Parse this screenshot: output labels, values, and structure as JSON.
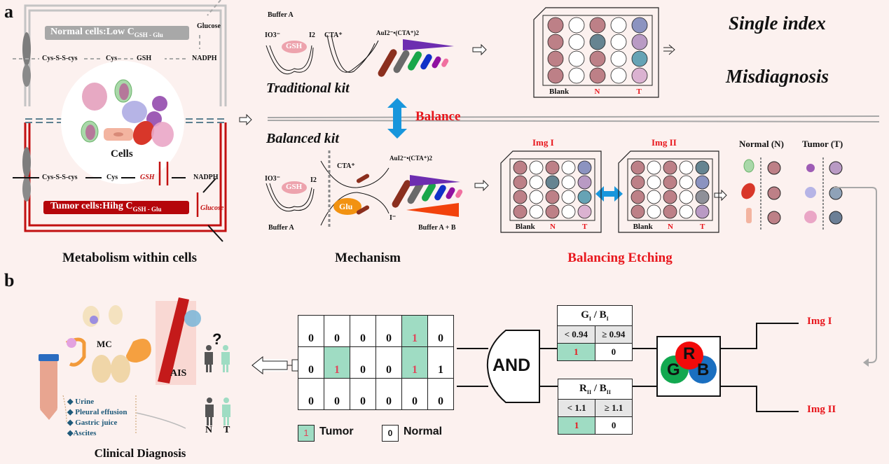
{
  "panel_a": {
    "label": "a",
    "metabolism": {
      "normal_banner": "Normal cells:Low C",
      "normal_banner_sub": "GSH - Glu",
      "normal_pathway": [
        "Cys-S-S-cys",
        "Cys",
        "GSH",
        "NADPH"
      ],
      "glucose_top": "Glucose",
      "cells_label": "Cells",
      "tumor_pathway": [
        "Cys-S-S-cys",
        "Cys",
        "GSH",
        "NADPH"
      ],
      "tumor_banner": "Tumor cells:Hihg C",
      "tumor_banner_sub": "GSH - Glu",
      "glucose_bottom": "Glucose",
      "caption": "Metabolism within cells"
    },
    "traditional": {
      "buffer": "Buffer A",
      "io3": "IO3⁻",
      "i2": "I2",
      "gsh": "GSH",
      "cta": "CTA⁺",
      "complex": "AuI2⁻•(CTA⁺)2",
      "title": "Traditional kit"
    },
    "balance_label": "Balance",
    "balanced": {
      "title": "Balanced kit",
      "io3": "IO3⁻",
      "i2": "I2",
      "gsh": "GSH",
      "cta": "CTA⁺",
      "glu": "Glu",
      "complex": "AuI2⁻•(CTA⁺)2",
      "iodide": "I⁻",
      "buffer_a": "Buffer A",
      "buffer_ab": "Buffer A + B",
      "caption": "Mechanism"
    },
    "single_plate": {
      "labels": [
        "Blank",
        "N",
        "T"
      ],
      "wells": [
        [
          "#bd8087",
          "#ffffff",
          "#bd8087",
          "#ffffff",
          "#8c93c0"
        ],
        [
          "#bd8087",
          "#ffffff",
          "#668491",
          "#ffffff",
          "#b99ac4"
        ],
        [
          "#bd8087",
          "#ffffff",
          "#bd8087",
          "#ffffff",
          "#66a3b5"
        ],
        [
          "#bd8087",
          "#ffffff",
          "#bd8087",
          "#ffffff",
          "#dbb2d1"
        ]
      ]
    },
    "outcome": [
      "Single index",
      "Misdiagnosis"
    ],
    "img1_plate": {
      "title": "Img I",
      "labels": [
        "Blank",
        "N",
        "T"
      ],
      "wells": [
        [
          "#bd8087",
          "#ffffff",
          "#bd8087",
          "#ffffff",
          "#8c93c0"
        ],
        [
          "#bd8087",
          "#ffffff",
          "#668491",
          "#ffffff",
          "#b99ac4"
        ],
        [
          "#bd8087",
          "#ffffff",
          "#bd8087",
          "#ffffff",
          "#66a3b5"
        ],
        [
          "#bd8087",
          "#ffffff",
          "#bd8087",
          "#ffffff",
          "#dbb2d1"
        ]
      ]
    },
    "img2_plate": {
      "title": "Img II",
      "labels": [
        "Blank",
        "N",
        "T"
      ],
      "wells": [
        [
          "#bd8087",
          "#ffffff",
          "#bd8087",
          "#ffffff",
          "#668491"
        ],
        [
          "#bd8087",
          "#ffffff",
          "#bd8087",
          "#ffffff",
          "#8c93c0"
        ],
        [
          "#bd8087",
          "#ffffff",
          "#bd8087",
          "#ffffff",
          "#8f9099"
        ],
        [
          "#bd8087",
          "#ffffff",
          "#bd8087",
          "#ffffff",
          "#b99ac4"
        ]
      ]
    },
    "nt_header": [
      "Normal (N)",
      "Tumor (T)"
    ],
    "normal_colors": [
      "#bd8087",
      "#bd8087",
      "#bd8087"
    ],
    "tumor_colors": [
      "#b99ac4",
      "#8fa2b8",
      "#6c7f96"
    ],
    "balancing_caption": "Balancing Etching"
  },
  "panel_b": {
    "label": "b",
    "clinical": {
      "mc": "MC",
      "ais": "AIS",
      "question": "?",
      "fluids": [
        "Urine",
        "Pleural effusion",
        "Gastric juice",
        "Ascites"
      ],
      "n": "N",
      "t": "T",
      "caption": "Clinical Diagnosis"
    },
    "grid": [
      [
        "0",
        "0",
        "0",
        "0",
        "1",
        "0"
      ],
      [
        "0",
        "1",
        "0",
        "0",
        "1",
        "1"
      ],
      [
        "0",
        "0",
        "0",
        "0",
        "0",
        "0"
      ]
    ],
    "grid_tumor_cells": [
      [
        0,
        4
      ],
      [
        1,
        1
      ],
      [
        1,
        4
      ]
    ],
    "legend": {
      "tumor_value": "1",
      "tumor_label": "Tumor",
      "normal_value": "0",
      "normal_label": "Normal"
    },
    "and_gate": "AND",
    "ratio1": {
      "title_main": "G",
      "title_sub1": "I",
      "title_sep": " / B",
      "title_sub2": "I",
      "ops": [
        "< 0.94",
        "≥ 0.94"
      ],
      "values": [
        "1",
        "0"
      ]
    },
    "ratio2": {
      "title_main": "R",
      "title_sub1": "II",
      "title_sep": " / B",
      "title_sub2": "II",
      "ops": [
        "< 1.1",
        "≥ 1.1"
      ],
      "values": [
        "1",
        "0"
      ]
    },
    "rgb": [
      "R",
      "G",
      "B"
    ],
    "outputs": [
      "Img I",
      "Img II"
    ]
  }
}
